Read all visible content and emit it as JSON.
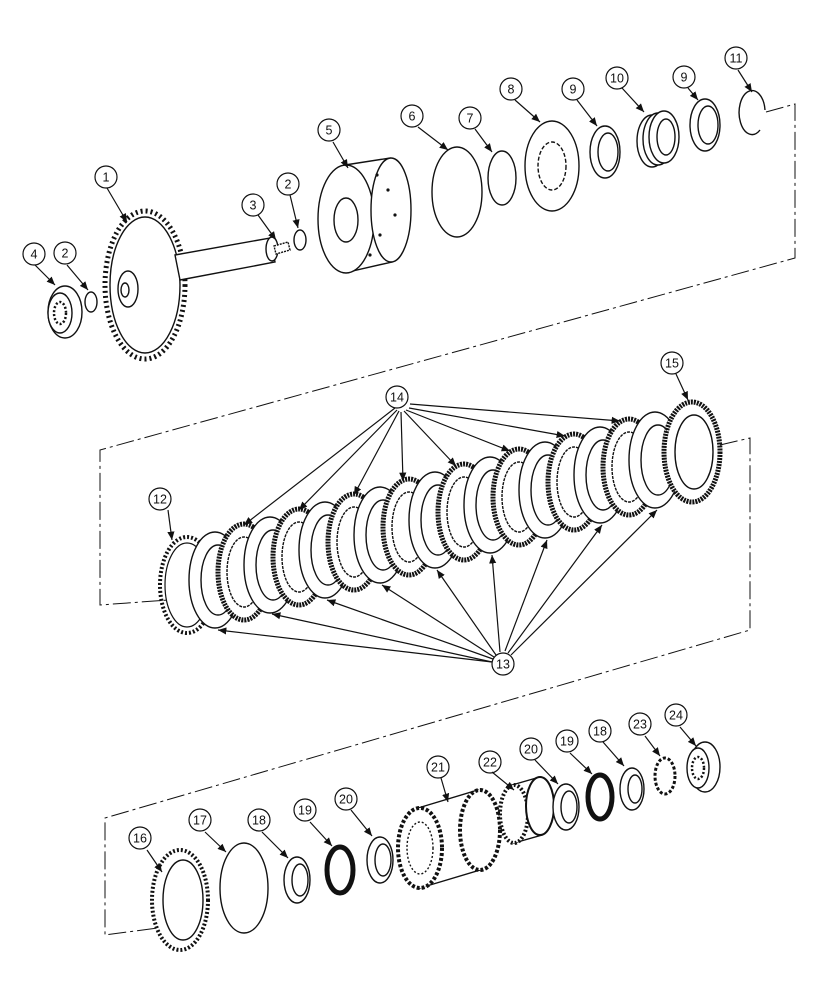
{
  "callouts": {
    "c1": "1",
    "c2a": "2",
    "c2b": "2",
    "c3": "3",
    "c4": "4",
    "c5": "5",
    "c6": "6",
    "c7": "7",
    "c8": "8",
    "c9a": "9",
    "c9b": "9",
    "c10": "10",
    "c11": "11",
    "c12": "12",
    "c13": "13",
    "c14": "14",
    "c15": "15",
    "c16": "16",
    "c17": "17",
    "c18a": "18",
    "c18b": "18",
    "c19a": "19",
    "c19b": "19",
    "c20a": "20",
    "c20b": "20",
    "c21": "21",
    "c22": "22",
    "c23": "23",
    "c24": "24"
  }
}
